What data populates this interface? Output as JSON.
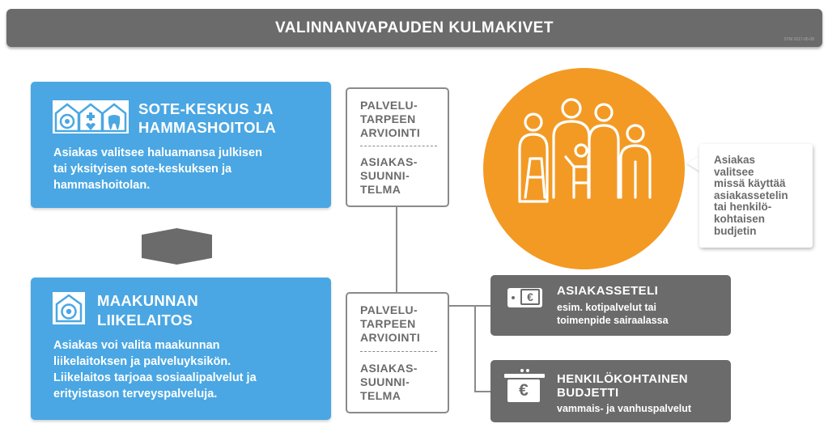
{
  "header": {
    "title": "VALINNANVAPAUDEN KULMAKIVET",
    "mark": "STM 2017-06-08"
  },
  "sote": {
    "title_line1": "SOTE-KESKUS JA",
    "title_line2": "HAMMASHOITOLA",
    "text_lines": [
      "Asiakas valitsee haluamansa julkisen",
      "tai yksityisen sote-keskuksen ja",
      "hammashoitolan."
    ]
  },
  "maakunta": {
    "title_line1": "MAAKUNNAN",
    "title_line2": "LIIKELAITOS",
    "text_lines": [
      "Asiakas voi valita maakunnan",
      "liikelaitoksen ja palveluyksikön.",
      "Liikelaitos tarjoaa sosiaalipalvelut ja",
      "erityistason terveyspalveluja."
    ]
  },
  "planning_top": {
    "assessment": [
      "PALVELU-",
      "TARPEEN",
      "ARVIOINTI"
    ],
    "plan": [
      "ASIAKAS-",
      "SUUNNI-",
      "TELMA"
    ]
  },
  "planning_bottom": {
    "assessment": [
      "PALVELU-",
      "TARPEEN",
      "ARVIOINTI"
    ],
    "plan": [
      "ASIAKAS-",
      "SUUNNI-",
      "TELMA"
    ]
  },
  "bubble": {
    "lines": [
      "Asiakas",
      "valitsee",
      "missä käyttää",
      "asiakassetelin",
      "tai henkilö-",
      "kohtaisen",
      "budjetin"
    ]
  },
  "seteli": {
    "title": "ASIAKASSETELI",
    "sub_lines": [
      "esim. kotipalvelut tai",
      "toimenpide sairaalassa"
    ],
    "icon_symbol": "€"
  },
  "budjetti": {
    "title_line1": "HENKILÖKOHTAINEN",
    "title_line2": "BUDJETTI",
    "sub": "vammais- ja vanhuspalvelut",
    "icon_symbol": "€"
  },
  "colors": {
    "blue": "#4aa7e3",
    "orange": "#f39a24",
    "dark_grey": "#6b6b6c",
    "line_grey": "#8a8a8a"
  },
  "icons": [
    "building-health-dental-icon",
    "building-hospital-icon",
    "family-group-icon",
    "voucher-card-icon",
    "wallet-euro-icon"
  ]
}
